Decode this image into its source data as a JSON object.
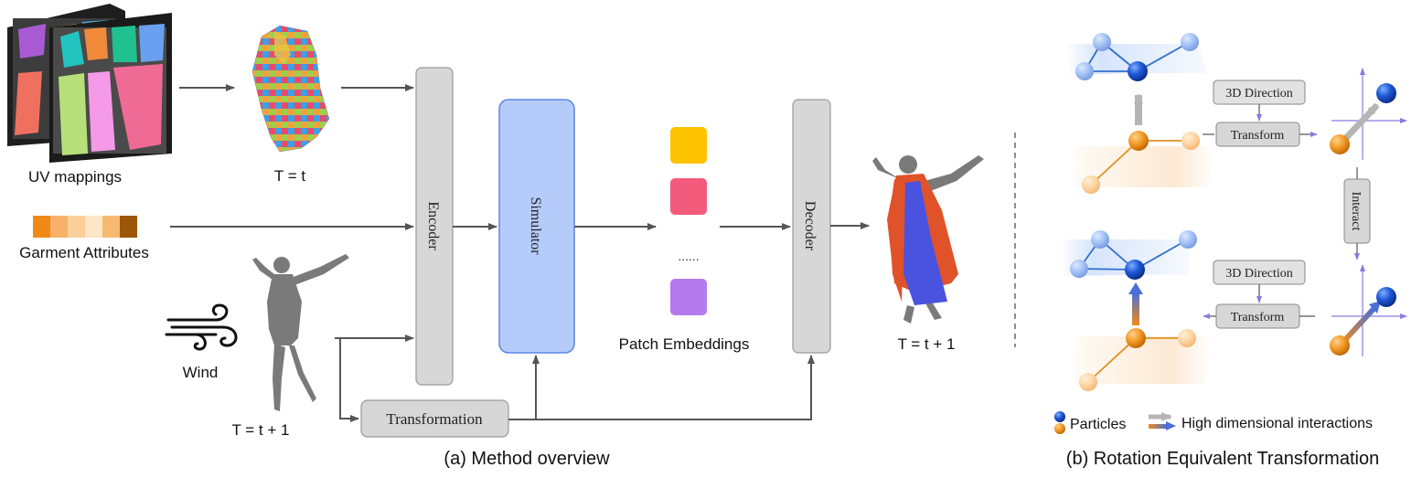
{
  "method": {
    "uv_label": "UV mappings",
    "garment_label": "T = t",
    "attributes_label": "Garment Attributes",
    "wind_label": "Wind",
    "body_label": "T = t + 1",
    "encoder": "Encoder",
    "simulator": "Simulator",
    "patch_label": "Patch Embeddings",
    "patch_ellipsis": "......",
    "decoder": "Decoder",
    "output_label": "T = t + 1",
    "transformation": "Transformation",
    "caption": "(a) Method overview",
    "patch_colors": [
      "#fdc300",
      "#f35b7d",
      "#b57bee"
    ],
    "attribute_colors": [
      "#ef8a14",
      "#f7b16b",
      "#fbcf9a",
      "#fde5c7",
      "#f6b972",
      "#9c5608"
    ]
  },
  "rotation": {
    "direction_top": "3D Direction",
    "transform_top": "Transform",
    "interact": "Interact",
    "direction_bottom": "3D Direction",
    "transform_bottom": "Transform",
    "legend_particles": "Particles",
    "legend_interactions": "High dimensional interactions",
    "caption": "(b) Rotation Equivalent Transformation"
  }
}
